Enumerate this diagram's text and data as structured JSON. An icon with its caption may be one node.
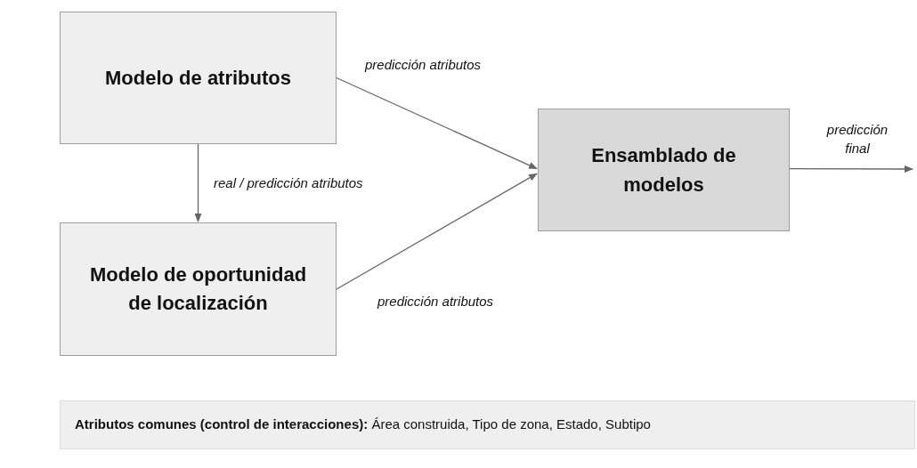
{
  "diagram": {
    "nodes": [
      {
        "text": [
          "Modelo de atributos"
        ]
      },
      {
        "text": [
          "Modelo de oportunidad de localización"
        ]
      },
      {
        "text": [
          "Ensamblado de modelos"
        ]
      },
      {
        "text": [
          "**Atributos comunes (control de interacciones):** Área construida, Tipo de zona, Estado, Subtipo"
        ]
      }
    ],
    "edges": [
      {
        "from": 0,
        "to": 2,
        "arrow": "to",
        "label": "predicción atributos"
      },
      {
        "from": 0,
        "to": 1,
        "arrow": "to",
        "label": "real / predicción atributos"
      },
      {
        "from": 1,
        "to": 2,
        "arrow": "to",
        "label": "predicción atributos"
      },
      {
        "from": 2,
        "to": null,
        "arrow": "to",
        "label": "predicción final"
      }
    ]
  }
}
